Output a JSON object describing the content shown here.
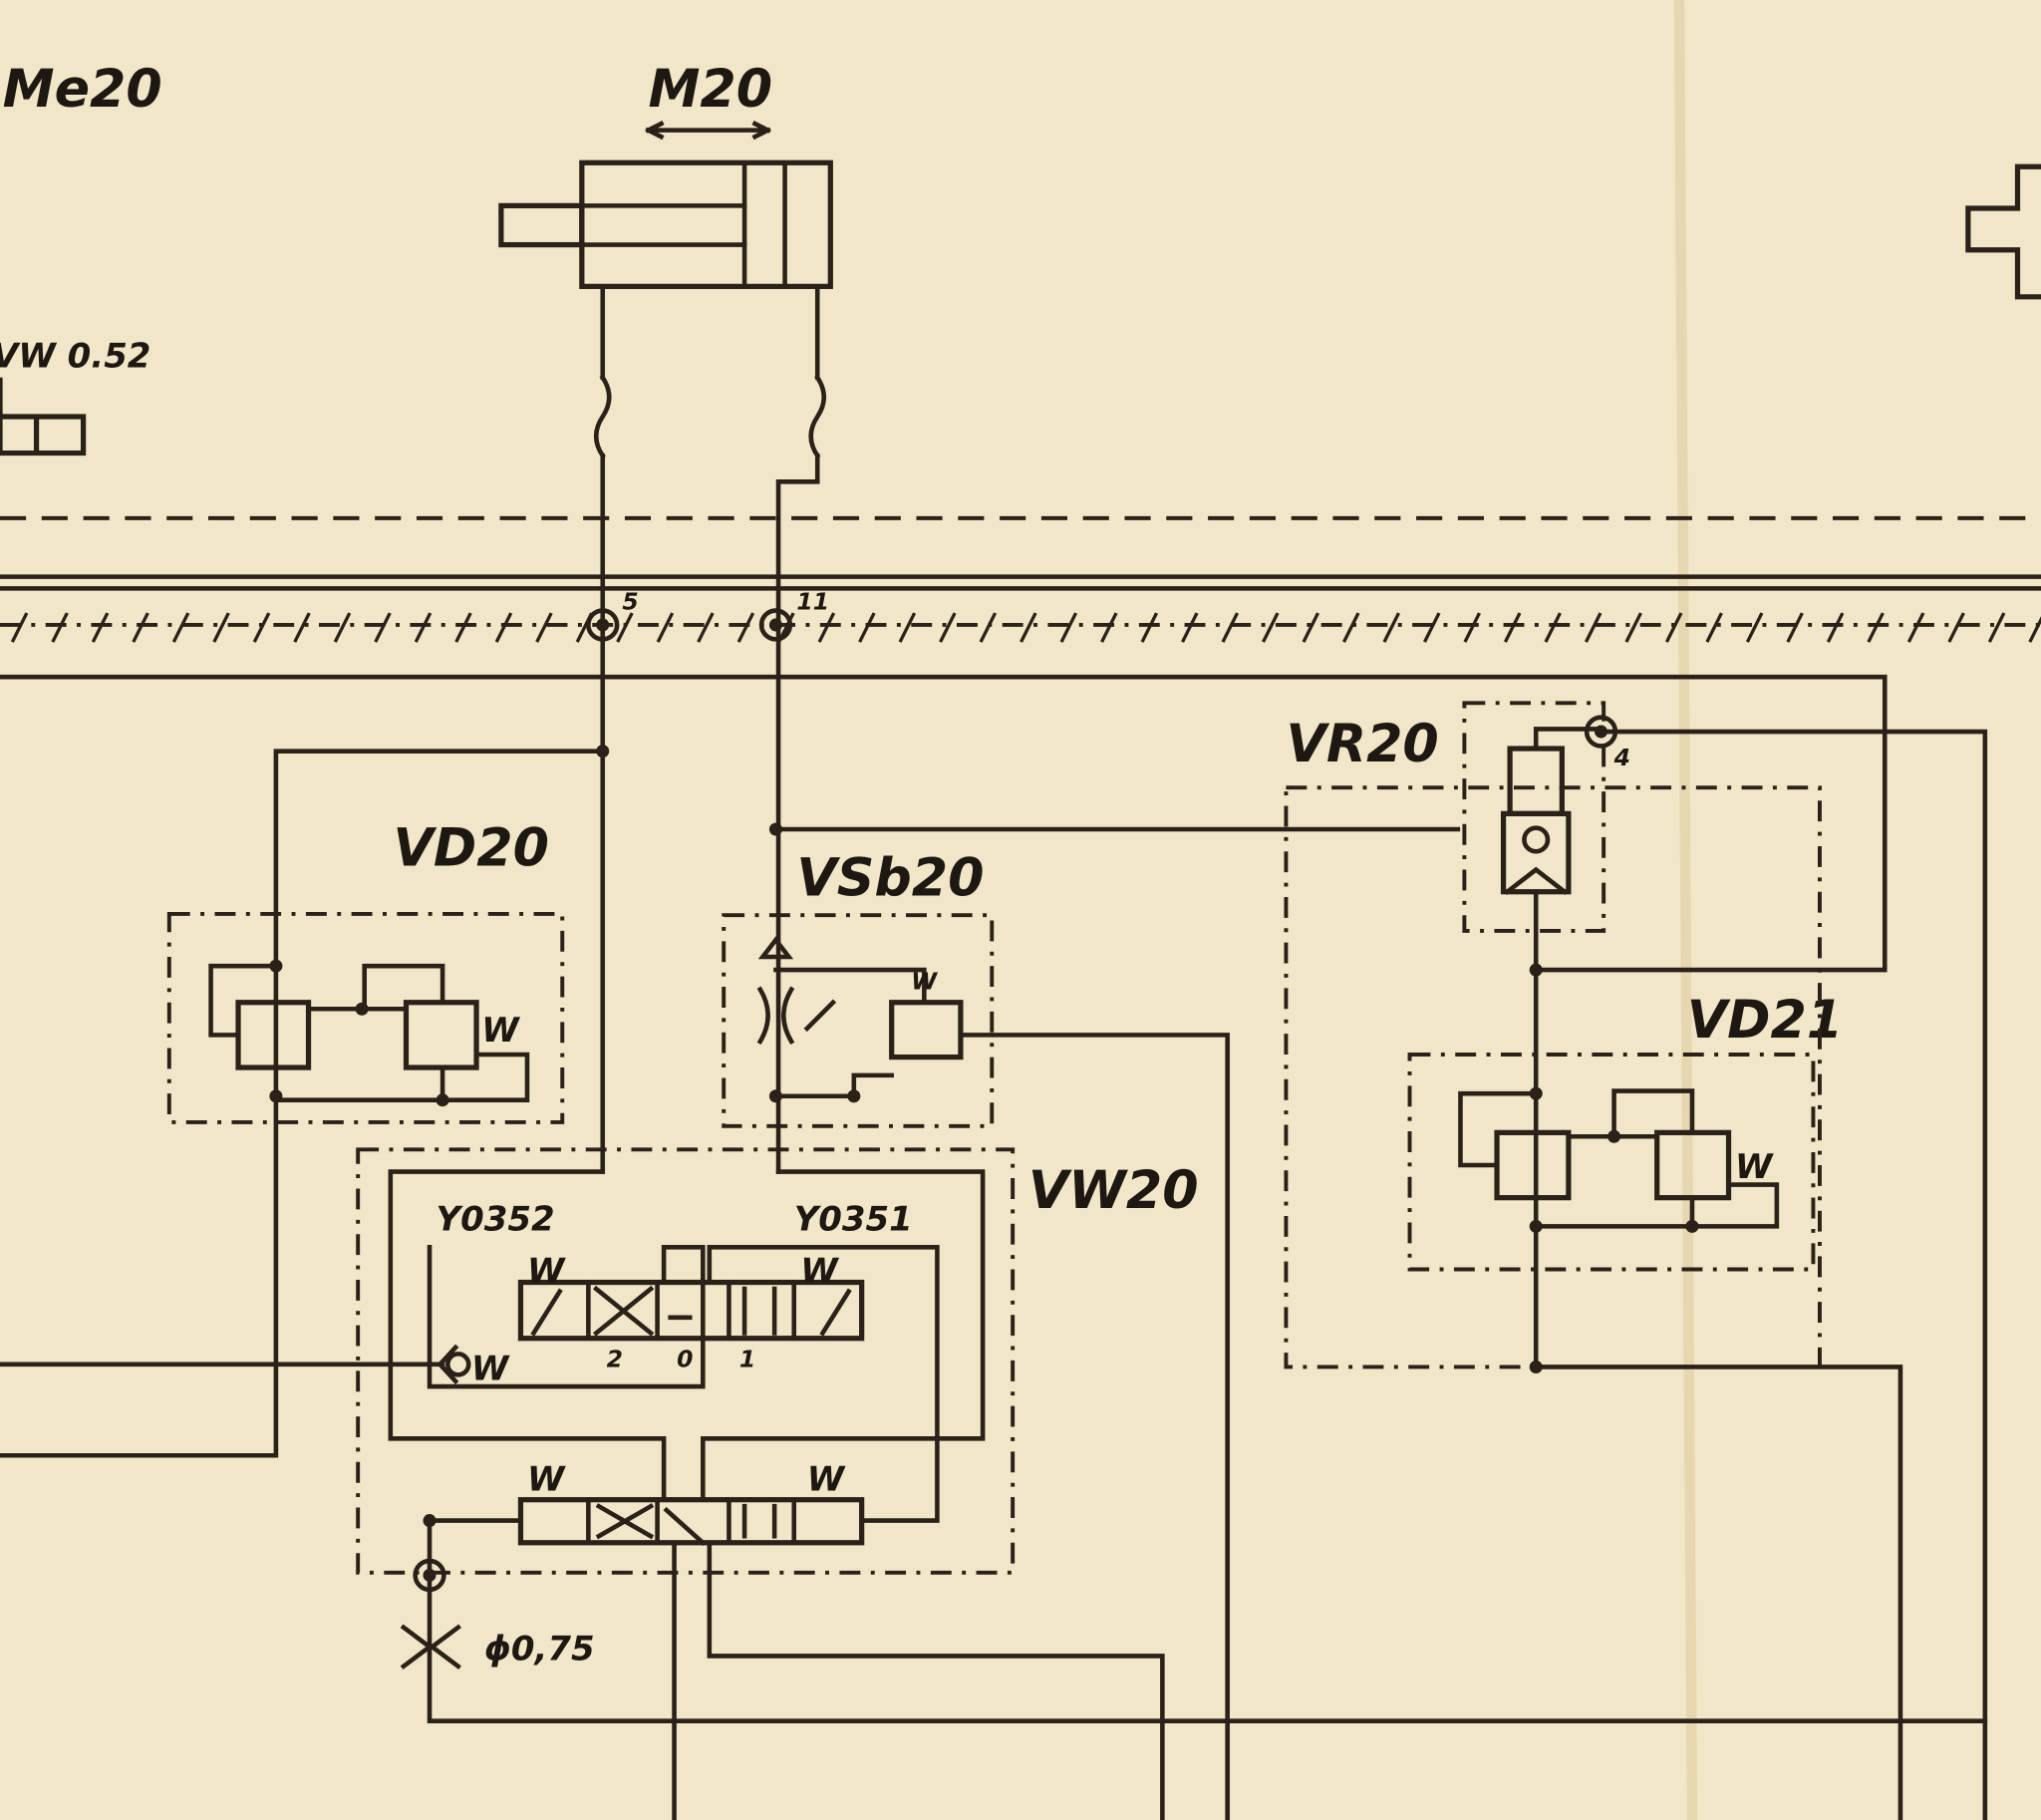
{
  "diagram": {
    "title": "Hydraulic circuit schematic",
    "labels": {
      "me20": "Me20",
      "m20": "M20",
      "vw052": "VW 0.52",
      "port5": "5",
      "port11": "11",
      "vd20": "VD20",
      "vsb20": "VSb20",
      "vr20": "VR20",
      "port4": "4",
      "vd21": "VD21",
      "vw20": "VW20",
      "y0352": "Y0352",
      "y0351": "Y0351",
      "pos2": "2",
      "pos0": "0",
      "pos1": "1",
      "orifice": "ϕ0,75"
    },
    "colors": {
      "paper": "#f1e6c8",
      "ink": "#2a2118"
    }
  }
}
